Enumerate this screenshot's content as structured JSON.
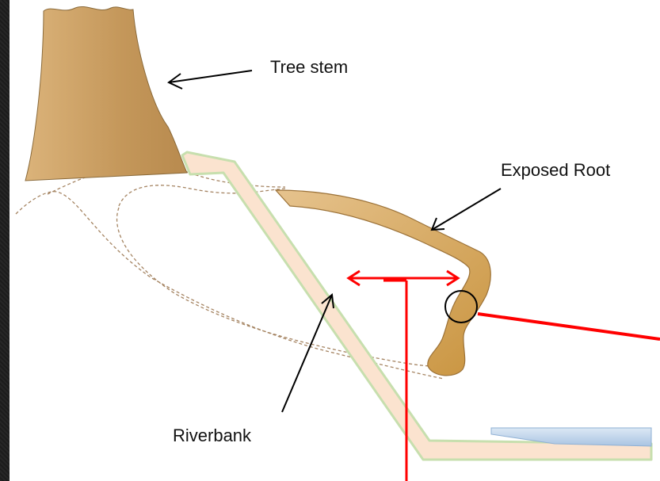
{
  "labels": {
    "tree_stem": "Tree stem",
    "exposed_root": "Exposed Root",
    "riverbank": "Riverbank"
  },
  "colors": {
    "stem": "#c4975a",
    "bank_fill": "#fbe3cf",
    "bank_outline": "#cfe3b4",
    "root": "#d6a760",
    "water": "#b9d0e8",
    "dashed": "#a58462",
    "red": "#ff0000"
  },
  "icons": [
    "tree-stem-shape",
    "riverbank-shape",
    "root-shape",
    "water-shape"
  ]
}
